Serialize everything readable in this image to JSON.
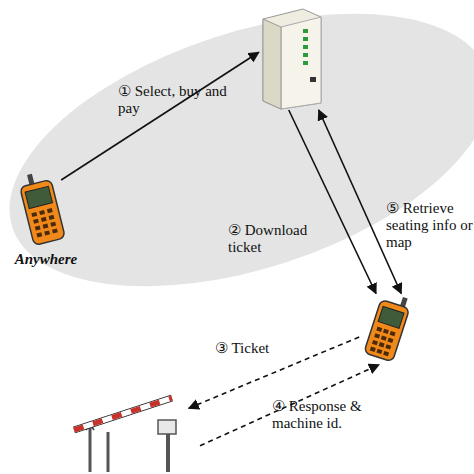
{
  "diagram": {
    "nodes": [
      {
        "text": [
          "Anywhere"
        ]
      },
      {
        "text": []
      },
      {
        "text": []
      },
      {
        "text": []
      }
    ],
    "edges": [
      {
        "from": 0,
        "to": 1,
        "arrow": "to",
        "label": "① Select, buy and pay"
      },
      {
        "from": 1,
        "to": 2,
        "arrow": "to",
        "label": "② Download ticket"
      },
      {
        "from": 1,
        "to": 2,
        "arrow": "both",
        "label": "⑤ Retrieve seating info or map"
      },
      {
        "from": 2,
        "to": 3,
        "arrow": "to",
        "label": "③ Ticket"
      },
      {
        "from": 3,
        "to": 2,
        "arrow": "to",
        "label": "④ Response & machine id."
      }
    ]
  }
}
